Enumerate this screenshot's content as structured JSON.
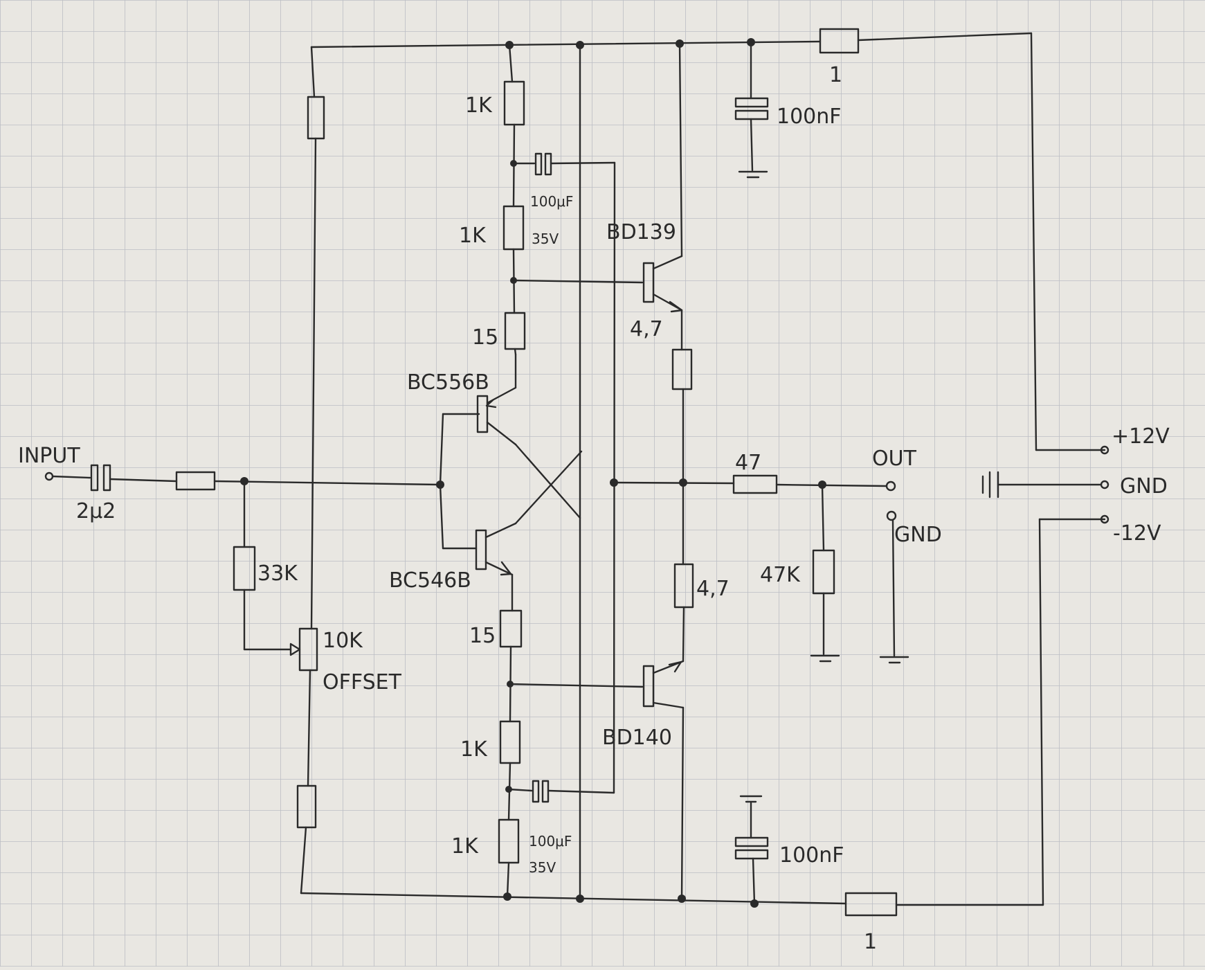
{
  "diagram": {
    "colors": {
      "paper": "#e9e7e2",
      "grid": "#bcbec4",
      "ink": "#2a2a2a"
    },
    "labels": {
      "input": "INPUT",
      "c_in": "2μ2",
      "r_33k": "33K",
      "pot": "10K",
      "pot_function": "OFFSET",
      "r1": "1K",
      "r2": "1K",
      "c_boot_top_a": "100μF",
      "c_boot_top_b": "35V",
      "r_15_top": "15",
      "q_top_driver": "BC556B",
      "q_bot_driver": "BC546B",
      "r_15_bot": "15",
      "r3": "1K",
      "r4": "1K",
      "c_boot_bot_a": "100μF",
      "c_boot_bot_b": "35V",
      "q_top_power": "BD139",
      "q_bot_power": "BD140",
      "re_top": "4,7",
      "re_bot": "4,7",
      "r_out": "47",
      "out": "OUT",
      "out_gnd": "GND",
      "r_47k": "47K",
      "c_top": "100nF",
      "c_bot": "100nF",
      "r_fuse_top": "1",
      "r_fuse_bot": "1",
      "plus_v": "+12V",
      "gnd": "GND",
      "minus_v": "-12V"
    }
  }
}
